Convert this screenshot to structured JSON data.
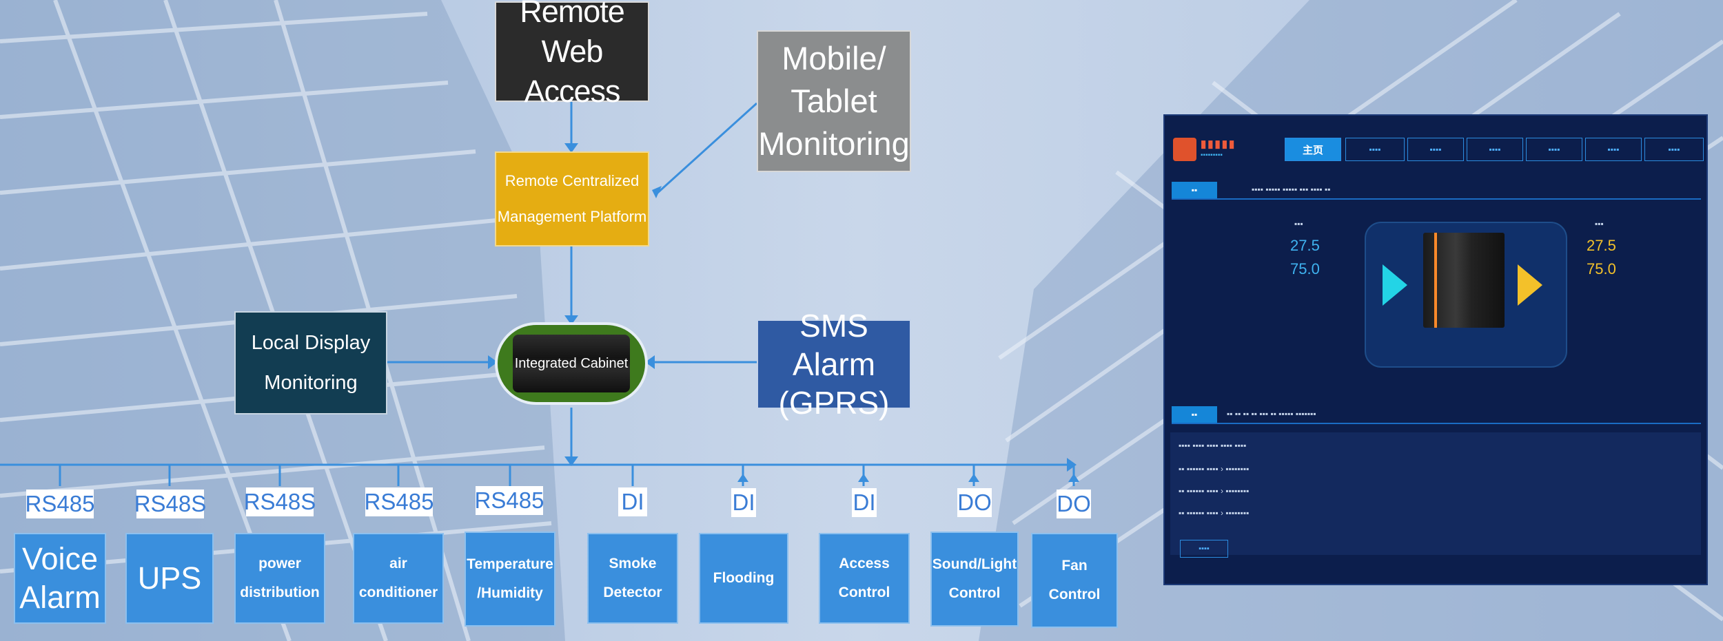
{
  "nodes": {
    "remote_web": "Remote Web\nAccess",
    "mobile": "Mobile/\nTablet\nMonitoring",
    "platform": "Remote Centralized\nManagement Platform",
    "local_display": "Local Display\nMonitoring",
    "cabinet": "Integrated Cabinet",
    "sms": "SMS Alarm\n(GPRS)"
  },
  "devices": [
    {
      "protocol": "RS485",
      "label": "Voice\nAlarm"
    },
    {
      "protocol": "RS48S",
      "label": "UPS"
    },
    {
      "protocol": "RS48S",
      "label": "power\ndistribution"
    },
    {
      "protocol": "RS485",
      "label": "air\nconditioner"
    },
    {
      "protocol": "RS485",
      "label": "Temperature\n/Humidity"
    },
    {
      "protocol": "DI",
      "label": "Smoke\nDetector"
    },
    {
      "protocol": "DI",
      "label": "Flooding"
    },
    {
      "protocol": "DI",
      "label": "Access\nControl"
    },
    {
      "protocol": "DO",
      "label": "Sound/Light\nControl"
    },
    {
      "protocol": "DO",
      "label": "Fan\nControl"
    }
  ],
  "dashboard": {
    "nav_active": "主页",
    "left_values": [
      "27.5",
      "75.0"
    ],
    "right_values": [
      "27.5",
      "75.0"
    ]
  },
  "colors": {
    "remote_web": "#2b2b2b",
    "mobile": "#8b8d8e",
    "platform": "#e5ad12",
    "local_display": "#123d52",
    "cabinet": "#3e7a1d",
    "sms": "#2f5aa3",
    "device": "#3a8fdd",
    "connector": "#3a8fdd"
  }
}
